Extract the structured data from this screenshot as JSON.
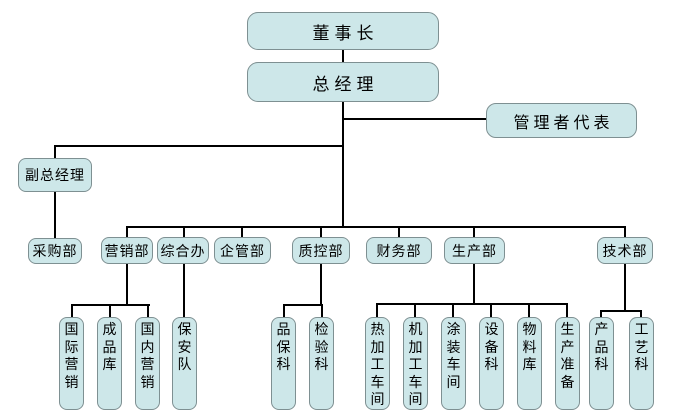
{
  "diagram": {
    "type": "org-chart",
    "nodes": {
      "chairman": "董事长",
      "general_manager": "总经理",
      "management_rep": "管理者代表",
      "deputy_gm": "副总经理",
      "purchasing": "采购部",
      "marketing": "营销部",
      "general_office": "综合办",
      "enterprise_mgmt": "企管部",
      "quality_control": "质控部",
      "finance": "财务部",
      "production": "生产部",
      "technology": "技术部",
      "intl_marketing": "国际营销",
      "finished_goods": "成品库",
      "domestic_marketing": "国内营销",
      "security_team": "保安队",
      "quality_assurance": "品保科",
      "inspection": "检验科",
      "hot_processing": "热加工车间",
      "machining": "机加工车间",
      "painting": "涂装车间",
      "equipment": "设备科",
      "materials": "物料库",
      "production_prep": "生产准备",
      "product_section": "产品科",
      "process_section": "工艺科"
    },
    "colors": {
      "box_fill": "#cde7e9",
      "box_border": "#7e9092",
      "line": "#000000",
      "text": "#000000",
      "background": "#ffffff"
    }
  }
}
